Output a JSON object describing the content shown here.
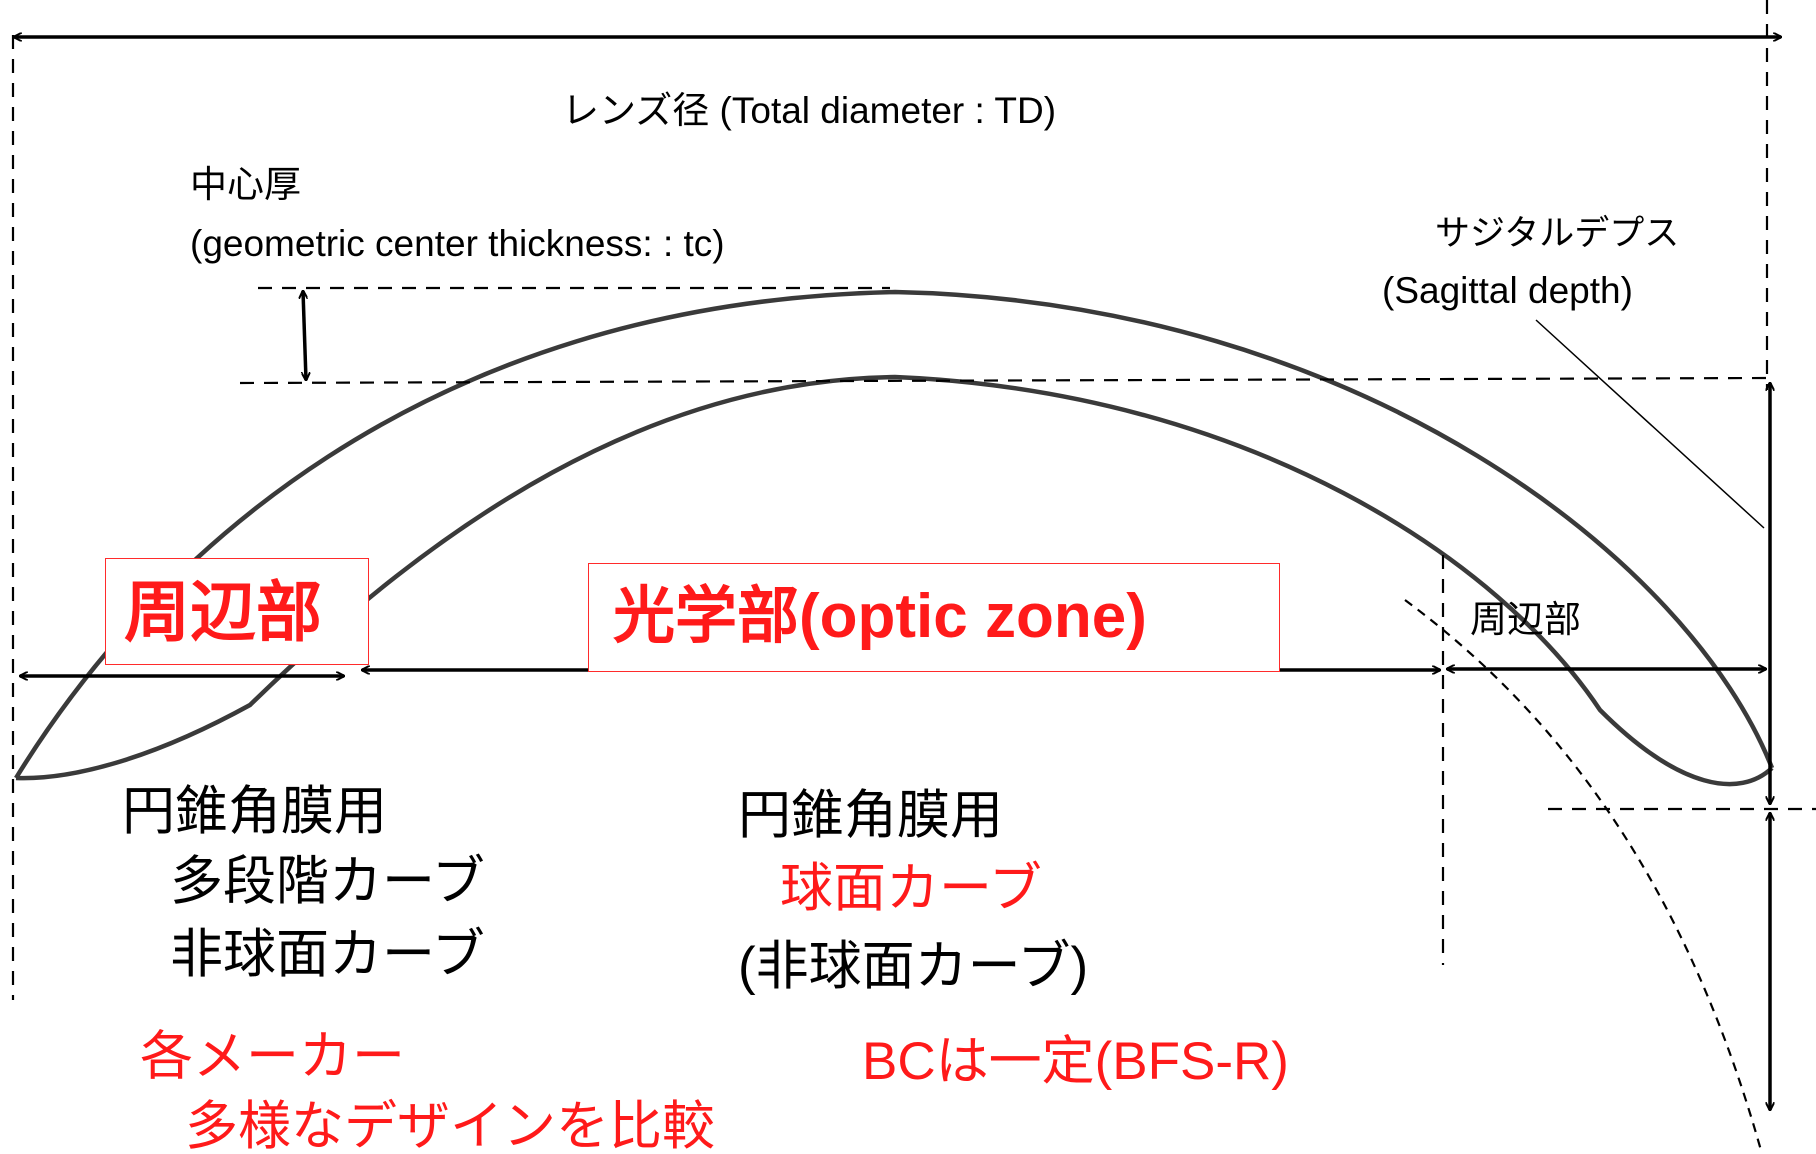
{
  "total_diameter_label": "レンズ径 (Total diameter : TD)",
  "center_thickness": {
    "line1": "中心厚",
    "line2": "(geometric center thickness: : tc)"
  },
  "sagittal_depth": {
    "line1": "サジタルデプス",
    "line2": "(Sagittal depth)"
  },
  "zones": {
    "peripheral_left": "周辺部",
    "optic_zone": "光学部(optic zone)",
    "peripheral_right": "周辺部"
  },
  "peripheral_notes": {
    "line1": "円錐角膜用",
    "line2": "多段階カーブ",
    "line3": "非球面カーブ"
  },
  "optic_notes": {
    "line1": "円錐角膜用",
    "line2": "球面カーブ",
    "line3": "(非球面カーブ)"
  },
  "maker_notes": {
    "line1": "各メーカー",
    "line2": "多様なデザインを比較"
  },
  "bc_note": "BCは一定(BFS-R)",
  "colors": {
    "accent_red": "#ff1a1a",
    "line": "#000000",
    "lens_outline": "#3a3a3a"
  }
}
